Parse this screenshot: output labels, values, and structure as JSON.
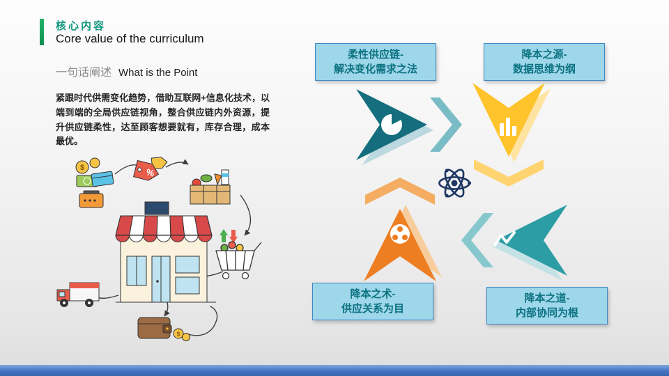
{
  "header": {
    "title_zh": "核心内容",
    "title_en": "Core value of the curriculum"
  },
  "subtitle": {
    "zh": "一句话阐述",
    "en": "What is the Point"
  },
  "body": {
    "paragraph": "紧跟时代供需变化趋势，借助互联网+信息化技术，以端到端的全局供应链视角，整合供应链内外资源，提升供应链柔性，达至顾客想要就有，库存合理，成本最优。"
  },
  "diagram": {
    "boxes": {
      "top_left": {
        "line1": "柔性供应链-",
        "line2": "解决变化需求之法"
      },
      "top_right": {
        "line1": "降本之源-",
        "line2": "数据思维为纲"
      },
      "bottom_left": {
        "line1": "降本之术-",
        "line2": "供应关系为目"
      },
      "bottom_right": {
        "line1": "降本之道-",
        "line2": "内部协同为根"
      }
    },
    "icons": {
      "top_left": "pie-chart-icon",
      "top_right": "bar-chart-icon",
      "bottom_left": "dots-grid-icon",
      "bottom_right": "line-chart-icon",
      "center": "atom-icon"
    },
    "colors": {
      "teal_dark": "#146E7E",
      "yellow": "#FFC32B",
      "orange": "#EE7E22",
      "teal_light": "#2D9DA5",
      "navy": "#1F3864",
      "label_bg": "#9ED6EA",
      "label_border": "#3F86C0",
      "label_text": "#0B7280"
    }
  },
  "illustration": {
    "percent": "%",
    "dollar": "$"
  },
  "accent": {
    "green": "#1FA35C",
    "bottom_bar": "#4472C4"
  }
}
